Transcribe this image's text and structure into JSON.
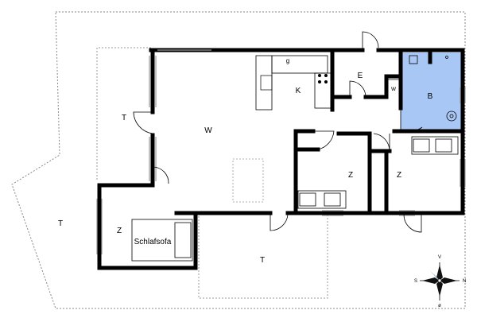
{
  "rooms": {
    "terrace_west": "T",
    "living": "W",
    "kitchen": "K",
    "fridge": "g",
    "entry": "E",
    "wc": "w",
    "bath": "B",
    "bedroom_1": "Z",
    "bedroom_2": "Z",
    "bedroom_3": "Z",
    "sofa": "Schlafsofa",
    "terrace_outer_left": "T",
    "terrace_bottom": "T"
  },
  "compass": {
    "n": "N",
    "s": "S",
    "v": "V",
    "o": "ø"
  },
  "colors": {
    "wall": "#000000",
    "bath": "#a9c7f5",
    "dashed": "#888888",
    "window": "#9a9a9a"
  }
}
